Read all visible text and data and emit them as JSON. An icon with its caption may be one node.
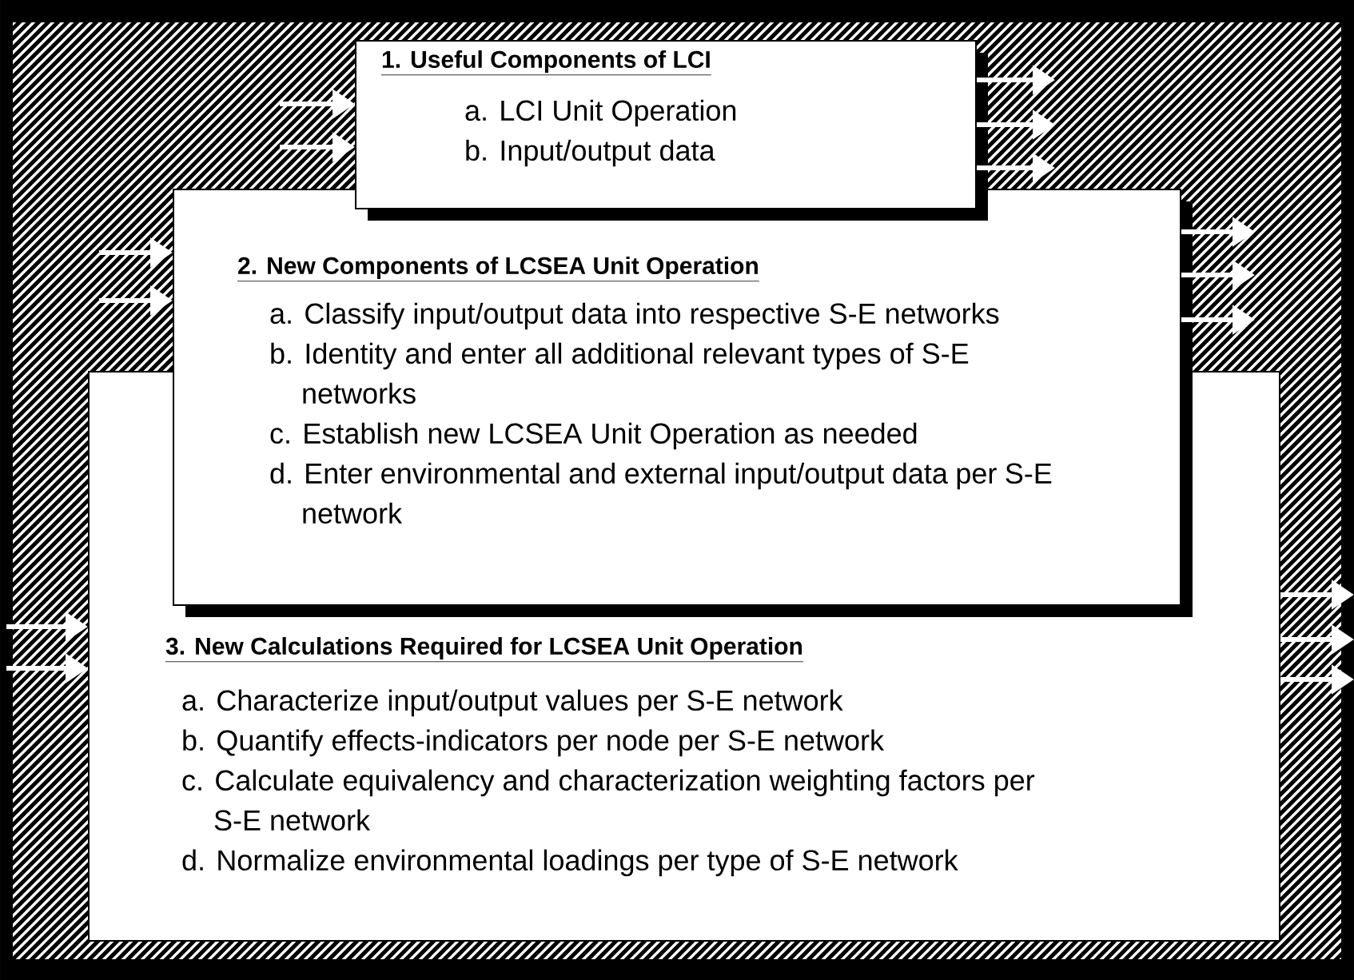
{
  "diagram": {
    "nodes": [
      {
        "text": [
          "1. Useful Components of LCI",
          "a. LCI Unit Operation",
          "b. Input/output data"
        ]
      },
      {
        "text": [
          "2. New Components of LCSEA Unit Operation",
          "a. Classify  input/output data into respective S-E networks",
          "b. Identity and enter all additional relevant types of S-E networks",
          "c. Establish new LCSEA Unit Operation as needed",
          "d. Enter environmental and external input/output data per S-E network"
        ]
      },
      {
        "text": [
          "3. New Calculations Required for LCSEA Unit Operation",
          "a. Characterize input/output values per S-E network",
          "b. Quantify effects-indicators per node per S-E network",
          "c. Calculate equivalency and characterization weighting factors per S-E network",
          "d. Normalize environmental loadings per type of S-E network"
        ]
      }
    ],
    "edges": [
      {
        "from": null,
        "to": 0,
        "arrow": "to"
      },
      {
        "from": null,
        "to": 0,
        "arrow": "to"
      },
      {
        "from": 0,
        "to": null,
        "arrow": "to"
      },
      {
        "from": 0,
        "to": null,
        "arrow": "to"
      },
      {
        "from": 0,
        "to": null,
        "arrow": "to"
      },
      {
        "from": null,
        "to": 1,
        "arrow": "to"
      },
      {
        "from": null,
        "to": 1,
        "arrow": "to"
      },
      {
        "from": 1,
        "to": null,
        "arrow": "to"
      },
      {
        "from": 1,
        "to": null,
        "arrow": "to"
      },
      {
        "from": 1,
        "to": null,
        "arrow": "to"
      },
      {
        "from": null,
        "to": 2,
        "arrow": "to"
      },
      {
        "from": null,
        "to": 2,
        "arrow": "to"
      },
      {
        "from": 2,
        "to": null,
        "arrow": "to"
      },
      {
        "from": 2,
        "to": null,
        "arrow": "to"
      },
      {
        "from": 2,
        "to": null,
        "arrow": "to"
      }
    ]
  }
}
